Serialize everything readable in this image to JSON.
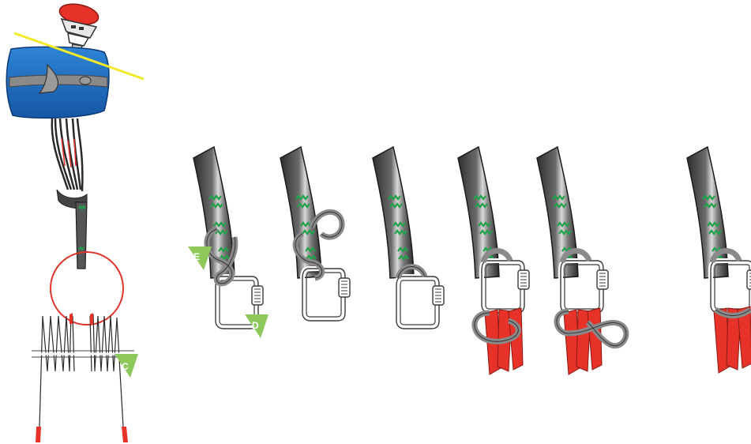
{
  "callouts": {
    "c": "C",
    "d": "D",
    "e": "E"
  },
  "steps": [
    {
      "id": "step-1",
      "state": "larks-foot-threaded"
    },
    {
      "id": "step-2",
      "state": "loop-pulled-through"
    },
    {
      "id": "step-3",
      "state": "strap-on-carabiner"
    },
    {
      "id": "step-4",
      "state": "lines-added"
    },
    {
      "id": "step-5",
      "state": "loop-around-lines"
    },
    {
      "id": "step-6",
      "state": "finished-cropped"
    }
  ],
  "colors": {
    "strap": "#3f3f3f",
    "strap_highlight": "#bdbdbd",
    "stitching": "#1fa34a",
    "line_red": "#e63228",
    "reserve_blue": "#1f6dc0",
    "handle_red": "#e63228",
    "callout_green": "#8fc85a",
    "guide_yellow": "#f2e92a",
    "circle_red": "#e0342b",
    "cord_grey": "#8a8a8a"
  },
  "icons": {
    "reserve": "reserve-container-icon",
    "carabiner": "maillon-carabiner-icon",
    "callout": "green-triangle-callout-icon"
  }
}
